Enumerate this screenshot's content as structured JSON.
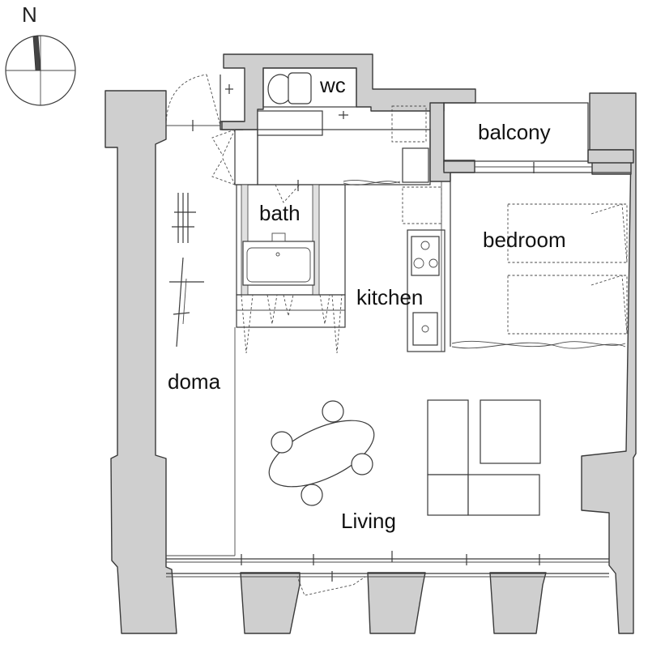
{
  "compass": {
    "label": "N",
    "icon": "north-compass-icon"
  },
  "rooms": {
    "wc": "wc",
    "balcony": "balcony",
    "bath": "bath",
    "bedroom": "bedroom",
    "kitchen": "kitchen",
    "doma": "doma",
    "living": "Living"
  },
  "colors": {
    "wall_fill": "#cfcfcf",
    "line": "#3a3a3a",
    "background": "#ffffff"
  }
}
